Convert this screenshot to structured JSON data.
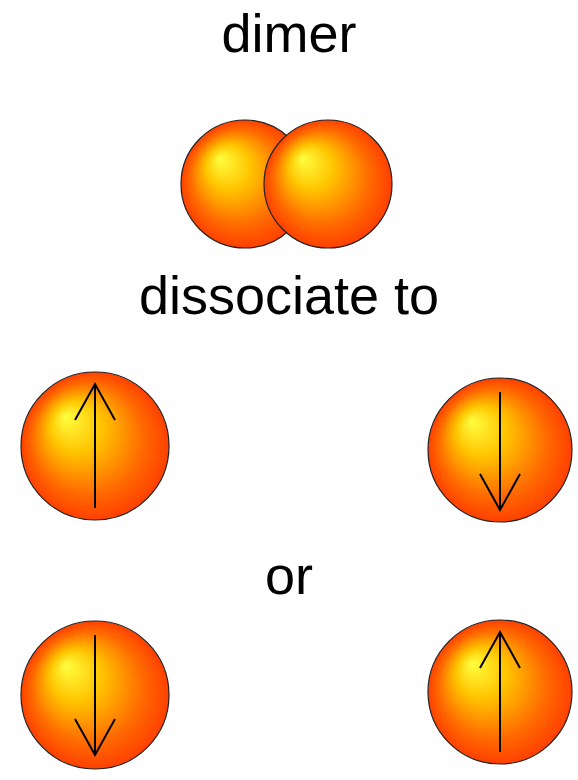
{
  "diagram": {
    "labels": [
      "dimer",
      "dissociate to",
      "or"
    ]
  }
}
